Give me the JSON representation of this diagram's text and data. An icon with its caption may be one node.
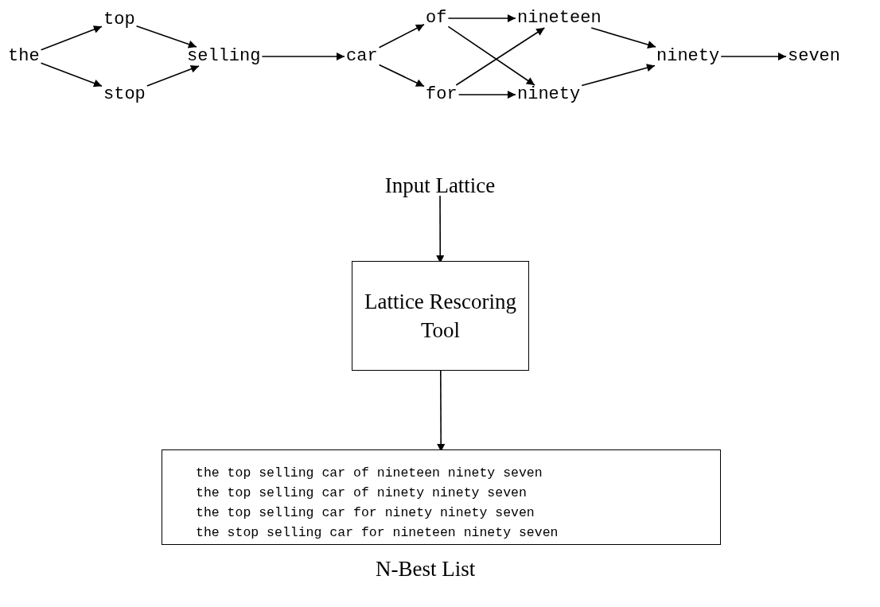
{
  "diagram": {
    "nodes": [
      {
        "text": [
          "the"
        ]
      },
      {
        "text": [
          "top"
        ]
      },
      {
        "text": [
          "stop"
        ]
      },
      {
        "text": [
          "selling"
        ]
      },
      {
        "text": [
          "car"
        ]
      },
      {
        "text": [
          "of"
        ]
      },
      {
        "text": [
          "for"
        ]
      },
      {
        "text": [
          "nineteen"
        ]
      },
      {
        "text": [
          "ninety"
        ]
      },
      {
        "text": [
          "ninety"
        ]
      },
      {
        "text": [
          "seven"
        ]
      },
      {
        "text": [
          "Input Lattice"
        ]
      },
      {
        "text": [
          "Lattice Rescoring Tool"
        ]
      },
      {
        "text": [
          "the top selling car of nineteen ninety seven",
          "the top selling car of ninety ninety seven",
          "the top selling car for ninety ninety seven",
          "the stop selling car for nineteen ninety seven"
        ],
        "beside": [
          "N-Best List"
        ]
      }
    ],
    "edges": [
      {
        "from": 0,
        "to": 1,
        "arrow": "to"
      },
      {
        "from": 0,
        "to": 2,
        "arrow": "to"
      },
      {
        "from": 1,
        "to": 3,
        "arrow": "to"
      },
      {
        "from": 2,
        "to": 3,
        "arrow": "to"
      },
      {
        "from": 3,
        "to": 4,
        "arrow": "to"
      },
      {
        "from": 4,
        "to": 5,
        "arrow": "to"
      },
      {
        "from": 4,
        "to": 6,
        "arrow": "to"
      },
      {
        "from": 5,
        "to": 7,
        "arrow": "to"
      },
      {
        "from": 5,
        "to": 8,
        "arrow": "to"
      },
      {
        "from": 6,
        "to": 7,
        "arrow": "to"
      },
      {
        "from": 6,
        "to": 8,
        "arrow": "to"
      },
      {
        "from": 7,
        "to": 9,
        "arrow": "to"
      },
      {
        "from": 8,
        "to": 9,
        "arrow": "to"
      },
      {
        "from": 9,
        "to": 10,
        "arrow": "to"
      },
      {
        "from": 11,
        "to": 12,
        "arrow": "to"
      },
      {
        "from": 12,
        "to": 13,
        "arrow": "to"
      }
    ]
  }
}
